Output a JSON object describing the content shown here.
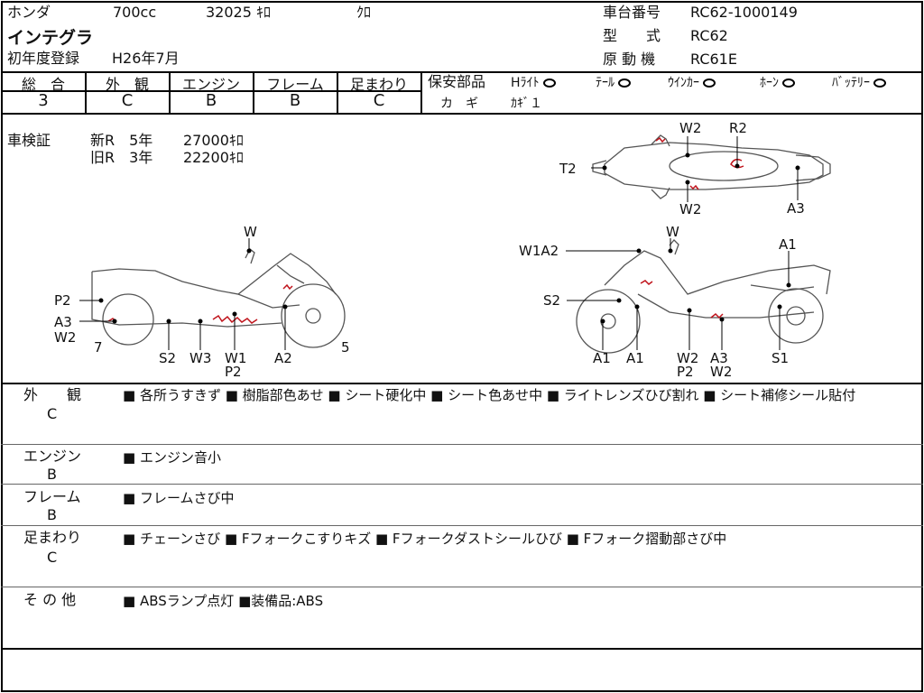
{
  "header": {
    "maker": "ホンダ",
    "cc": "700cc",
    "mileage": "32025 ｷﾛ",
    "color": "ｸﾛ",
    "model_name": "インテグラ",
    "first_reg_label": "初年度登録",
    "first_reg_value": "H26年7月",
    "frame_no_label": "車台番号",
    "frame_no_value": "RC62-1000149",
    "type_label": "型　　式",
    "type_value": "RC62",
    "engine_label": "原 動 機",
    "engine_value": "RC61E"
  },
  "scores": [
    {
      "label": "総　合",
      "value": "3"
    },
    {
      "label": "外　観",
      "value": "C"
    },
    {
      "label": "エンジン",
      "value": "B"
    },
    {
      "label": "フレーム",
      "value": "B"
    },
    {
      "label": "足まわり",
      "value": "C"
    }
  ],
  "safety": {
    "title": "保安部品",
    "items": [
      "Hﾗｲﾄ",
      "ﾃｰﾙ",
      "ｳｲﾝｶｰ",
      "ﾎｰﾝ",
      "ﾊﾞｯﾃﾘｰ"
    ],
    "key_label": "カ　ギ",
    "key_value": "ｶｷﾞ１"
  },
  "inspection": {
    "label": "車検証",
    "new_label": "新R　5年",
    "new_km": "27000ｷﾛ",
    "old_label": "旧R　3年",
    "old_km": "22200ｷﾛ"
  },
  "diagram_labels": {
    "top": [
      "W2",
      "R2",
      "T2",
      "W2",
      "A3"
    ],
    "left": [
      "W",
      "P2",
      "A3",
      "W2",
      "7",
      "S2",
      "W3",
      "W1",
      "P2",
      "A2",
      "5"
    ],
    "right": [
      "W1A2",
      "W",
      "A1",
      "S2",
      "A1",
      "A1",
      "W2",
      "P2",
      "A3",
      "W2",
      "S1"
    ]
  },
  "remarks": [
    {
      "label": "外　　観",
      "score": "C",
      "text": "■ 各所うすきず ■ 樹脂部色あせ ■ シート硬化中 ■ シート色あせ中 ■ ライトレンズひび割れ ■ シート補修シール貼付"
    },
    {
      "label": "エンジン",
      "score": "B",
      "text": "■ エンジン音小"
    },
    {
      "label": "フレーム",
      "score": "B",
      "text": "■ フレームさび中"
    },
    {
      "label": "足まわり",
      "score": "C",
      "text": "■ チェーンさび ■ Fフォークこすりキズ ■ Fフォークダストシールひび ■ Fフォーク摺動部さび中"
    },
    {
      "label": "そ の 他",
      "score": "",
      "text": "■ ABSランプ点灯 ■装備品:ABS"
    }
  ],
  "colors": {
    "damage_mark": "#c0141c",
    "line": "#000000"
  }
}
